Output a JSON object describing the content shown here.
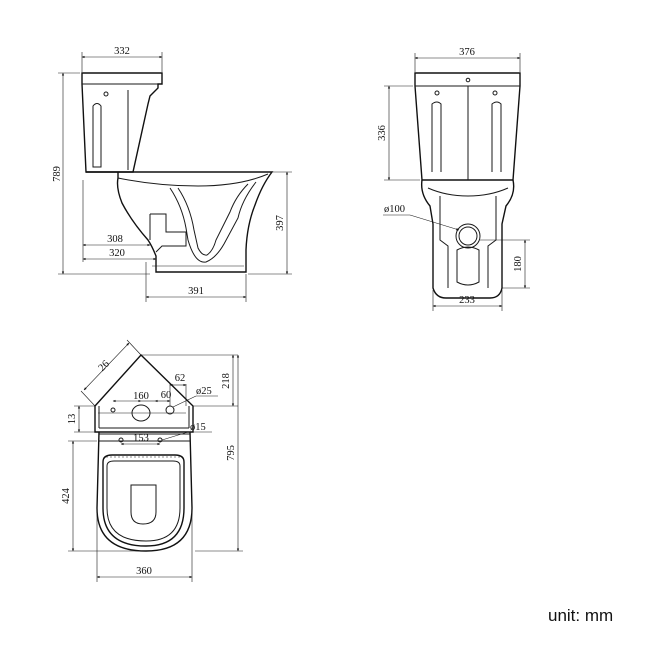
{
  "side_view": {
    "dim_top_width": "332",
    "dim_total_height": "789",
    "dim_308": "308",
    "dim_320": "320",
    "dim_397": "397",
    "dim_391": "391"
  },
  "front_view": {
    "dim_top_width": "376",
    "dim_tank_height": "336",
    "dim_outlet_dia": "ø100",
    "dim_180": "180",
    "dim_233": "233"
  },
  "top_view": {
    "dim_26": "26",
    "dim_218": "218",
    "dim_62": "62",
    "dim_60": "60",
    "dim_160": "160",
    "dim_25": "ø25",
    "dim_13": "13",
    "dim_153": "153",
    "dim_15": "ø15",
    "dim_795": "795",
    "dim_424": "424",
    "dim_360": "360"
  },
  "unit_label": "unit: mm"
}
